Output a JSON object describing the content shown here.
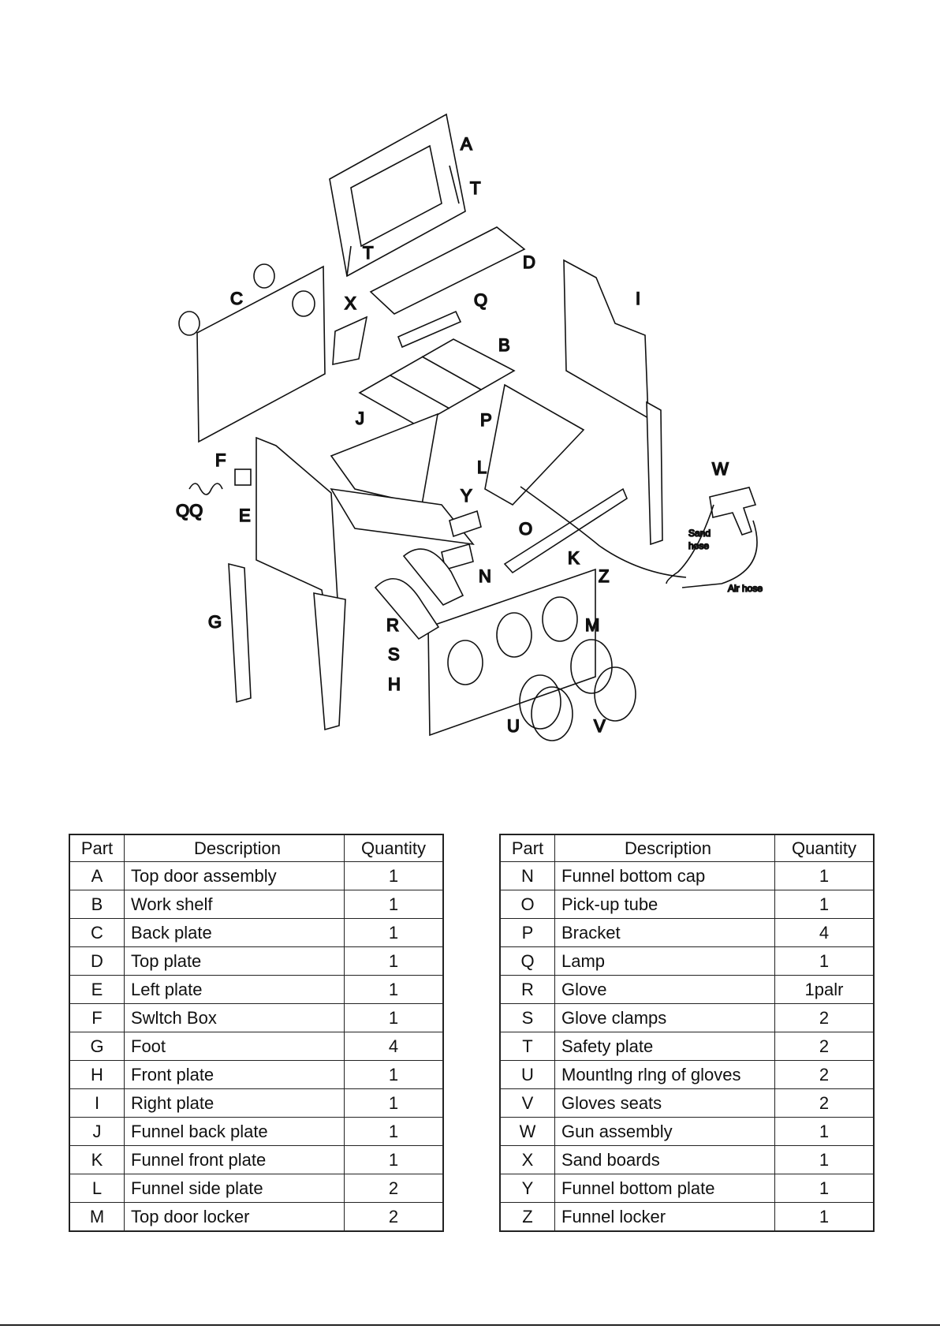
{
  "diagram": {
    "labels": {
      "A": "A",
      "T1": "T",
      "T2": "T",
      "D": "D",
      "C": "C",
      "X": "X",
      "Q": "Q",
      "I": "I",
      "B": "B",
      "P": "P",
      "J": "J",
      "F": "F",
      "W": "W",
      "L": "L",
      "QQ": "QQ",
      "E": "E",
      "Y": "Y",
      "O": "O",
      "K": "K",
      "N": "N",
      "Z": "Z",
      "G": "G",
      "R": "R",
      "M": "M",
      "S": "S",
      "H": "H",
      "U": "U",
      "V": "V"
    },
    "sand_hose_line1": "Sand",
    "sand_hose_line2": "hose",
    "air_hose": "Air hose"
  },
  "table_headers": {
    "part": "Part",
    "description": "Description",
    "quantity": "Quantity"
  },
  "parts_left": [
    {
      "part": "A",
      "description": "Top door assembly",
      "quantity": "1"
    },
    {
      "part": "B",
      "description": "Work shelf",
      "quantity": "1"
    },
    {
      "part": "C",
      "description": "Back plate",
      "quantity": "1"
    },
    {
      "part": "D",
      "description": "Top plate",
      "quantity": "1"
    },
    {
      "part": "E",
      "description": "Left plate",
      "quantity": "1"
    },
    {
      "part": "F",
      "description": "Swltch Box",
      "quantity": "1"
    },
    {
      "part": "G",
      "description": "Foot",
      "quantity": "4"
    },
    {
      "part": "H",
      "description": "Front plate",
      "quantity": "1"
    },
    {
      "part": "I",
      "description": "Right plate",
      "quantity": "1"
    },
    {
      "part": "J",
      "description": "Funnel back plate",
      "quantity": "1"
    },
    {
      "part": "K",
      "description": "Funnel front plate",
      "quantity": "1"
    },
    {
      "part": "L",
      "description": "Funnel side plate",
      "quantity": "2"
    },
    {
      "part": "M",
      "description": "Top door locker",
      "quantity": "2"
    }
  ],
  "parts_right": [
    {
      "part": "N",
      "description": "Funnel bottom cap",
      "quantity": "1"
    },
    {
      "part": "O",
      "description": "Pick-up tube",
      "quantity": "1"
    },
    {
      "part": "P",
      "description": "Bracket",
      "quantity": "4"
    },
    {
      "part": "Q",
      "description": "Lamp",
      "quantity": "1"
    },
    {
      "part": "R",
      "description": "Glove",
      "quantity": "1palr"
    },
    {
      "part": "S",
      "description": "Glove clamps",
      "quantity": "2"
    },
    {
      "part": "T",
      "description": "Safety plate",
      "quantity": "2"
    },
    {
      "part": "U",
      "description": "Mountlng rlng of gloves",
      "quantity": "2"
    },
    {
      "part": "V",
      "description": "Gloves seats",
      "quantity": "2"
    },
    {
      "part": "W",
      "description": "Gun assembly",
      "quantity": "1"
    },
    {
      "part": "X",
      "description": "Sand boards",
      "quantity": "1"
    },
    {
      "part": "Y",
      "description": "Funnel bottom plate",
      "quantity": "1"
    },
    {
      "part": "Z",
      "description": "Funnel locker",
      "quantity": "1"
    }
  ]
}
